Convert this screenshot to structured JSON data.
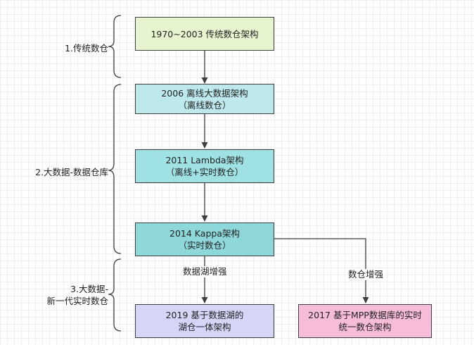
{
  "colors": {
    "traditional": "#e6f5d0",
    "bigdata_light": "#bde9ec",
    "bigdata": "#a0e1e3",
    "kappa": "#8fd8da",
    "lake": "#d5d5f7",
    "mpp": "#f6bcd9",
    "stroke": "#3d3d3d"
  },
  "nodes": {
    "traditional": {
      "line1": "1970~2003 传统数仓架构"
    },
    "offline": {
      "line1": "2006 离线大数据架构",
      "line2": "（离线数仓）"
    },
    "lambda": {
      "line1": "2011 Lambda架构",
      "line2": "（离线+实时数仓）"
    },
    "kappa": {
      "line1": "2014 Kappa架构",
      "line2": "（实时数仓）"
    },
    "lakehouse": {
      "line1": "2019 基于数据湖的",
      "line2": "湖仓一体架构"
    },
    "mpp": {
      "line1": "2017 基于MPP数据库的实时",
      "line2": "统一数仓架构"
    }
  },
  "stages": {
    "stage1": {
      "line1": "1.传统数仓"
    },
    "stage2": {
      "line1": "2.大数据-数据仓库"
    },
    "stage3": {
      "line1": "3.大数据-",
      "line2": "新一代实时数仓"
    }
  },
  "edges": {
    "lake_label": "数据湖增强",
    "warehouse_label": "数仓增强"
  }
}
